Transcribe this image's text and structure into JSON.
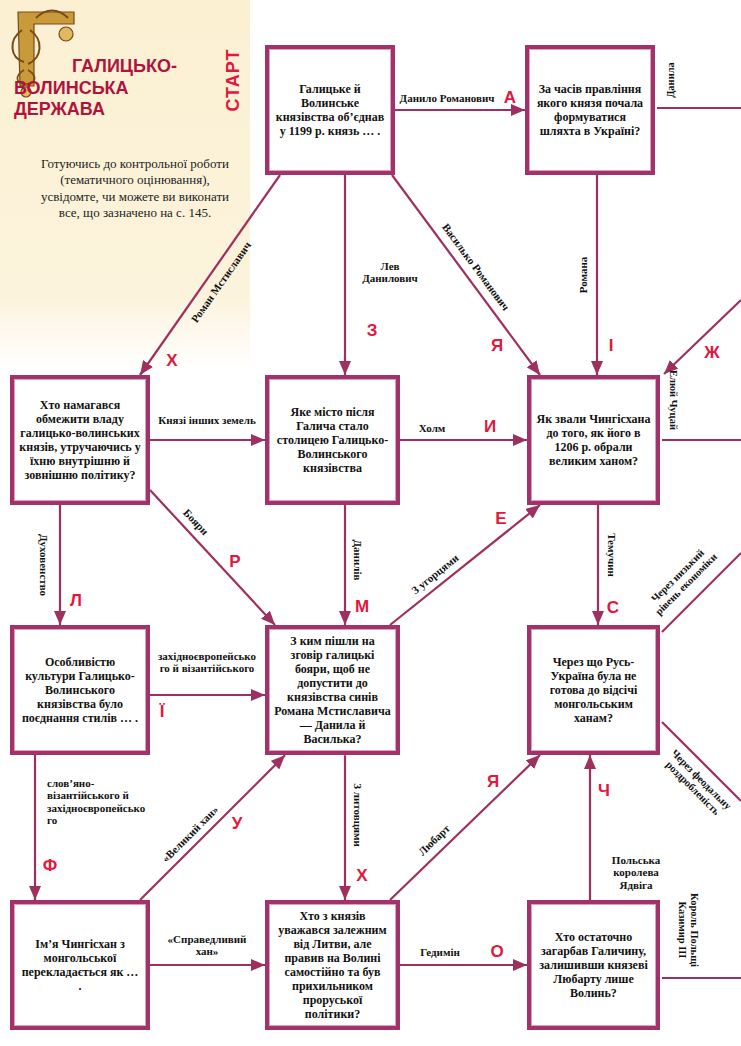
{
  "diagram": {
    "title": "ГАЛИЦЬКО-ВОЛИНСЬКА ДЕРЖАВА",
    "nodes": [
      {
        "text": [
          "Галицьке й Волинське князівства об’єднав у 1199 р. князь … ."
        ]
      },
      {
        "text": [
          "За часів правління якого князя почала формуватися шляхта в Україні?"
        ]
      },
      {
        "text": [
          "Хто намагався обмежити владу галицько-волинських князів, утручаючись у їхню внутрішню й зовнішню політику?"
        ]
      },
      {
        "text": [
          "Яке місто після Галича стало столицею Галицько-Волинського князівства"
        ]
      },
      {
        "text": [
          "Як звали Чингісхана до того, як його в 1206 р. обрали великим ханом?"
        ]
      },
      {
        "text": [
          "Особливістю культури Галицько-Волинського князівства було поєднання стилів … ."
        ]
      },
      {
        "text": [
          "З ким пішли на зговір галицькі бояри, щоб не допустити до князівства синів Романа Мстиславича — Данила й Василька?"
        ]
      },
      {
        "text": [
          "Через що Русь-Україна була не готова до відсічі монгольським ханам?"
        ]
      },
      {
        "text": [
          "Ім’я Чингісхан з монгольської перекладається як … ."
        ]
      },
      {
        "text": [
          "Хто з князів уважався залежним від Литви, але правив на Волині самостійно та був прихильником проруської політики?"
        ]
      },
      {
        "text": [
          "Хто остаточно загарбав Галичину, залишивши князеві Любарту лише Волинь?"
        ]
      }
    ],
    "edges": [
      {
        "from": 0,
        "to": 1,
        "arrow": "to",
        "label": "Данило Романович"
      },
      {
        "from": 0,
        "to": 2,
        "arrow": "to",
        "label": "Роман Мстиславич"
      },
      {
        "from": 0,
        "to": 3,
        "arrow": "to",
        "label": "Лев Данилович"
      },
      {
        "from": 0,
        "to": 4,
        "arrow": "to",
        "label": "Василько Романович"
      },
      {
        "from": 1,
        "to": 4,
        "arrow": "to",
        "label": "Романа"
      },
      {
        "from": 2,
        "to": 3,
        "arrow": "to",
        "label": "Князі інших земель"
      },
      {
        "from": 2,
        "to": 6,
        "arrow": "to",
        "label": "Бояри"
      },
      {
        "from": 2,
        "to": 5,
        "arrow": "to",
        "label": "Духовенство"
      },
      {
        "from": 3,
        "to": 4,
        "arrow": "to",
        "label": "Холм"
      },
      {
        "from": 3,
        "to": 6,
        "arrow": "to",
        "label": "Данилів"
      },
      {
        "from": 4,
        "to": 7,
        "arrow": "to",
        "label": "Темучин"
      },
      {
        "from": 6,
        "to": 4,
        "arrow": "to",
        "label": "З угорцями"
      },
      {
        "from": 5,
        "to": 6,
        "arrow": "to",
        "label": "західноєвропейського й візантійського"
      },
      {
        "from": 5,
        "to": 8,
        "arrow": "to",
        "label": "слов’яно-візантійського й західноєвропейського"
      },
      {
        "from": 8,
        "to": 6,
        "arrow": "to",
        "label": "«Великий хан»"
      },
      {
        "from": 8,
        "to": 9,
        "arrow": "to",
        "label": "«Справедливий хан»"
      },
      {
        "from": 6,
        "to": 9,
        "arrow": "to",
        "label": "З литовцями"
      },
      {
        "from": 9,
        "to": 7,
        "arrow": "to",
        "label": "Любарт"
      },
      {
        "from": 9,
        "to": 10,
        "arrow": "to",
        "label": "Гедимін"
      },
      {
        "from": 10,
        "to": 7,
        "arrow": "to",
        "label": "Польська королева Ядвіга"
      }
    ],
    "labels": [
      "СТАРТ",
      "Готуючись до контрольної роботи (тематичного оцінювання), усвідомте, чи можете ви виконати все, що зазначено на с. 145.",
      "А",
      "Х",
      "З",
      "Я",
      "І",
      "Данила",
      "Ж",
      "Р",
      "Л",
      "И",
      "М",
      "Елюй Чуцай",
      "С",
      "Е",
      "Ї",
      "Ф",
      "У",
      "Х",
      "Я",
      "О",
      "Ч",
      "Через низький рівень економіки",
      "Через феодальну роздробленість",
      "Король Польщі Казимир ІІІ"
    ]
  }
}
